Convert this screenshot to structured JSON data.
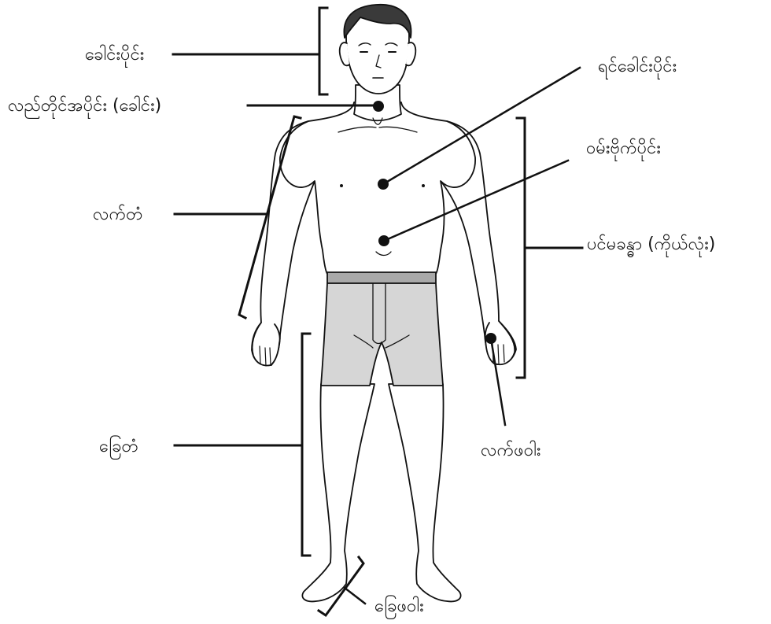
{
  "diagram": {
    "labels": {
      "head": "ခေါင်းပိုင်း",
      "neck": "လည်တိုင်အပိုင်း (ခေါင်း)",
      "arm": "လက်တံ",
      "leg": "ခြေတံ",
      "foot": "ခြေဖဝါး",
      "chest": "ရင်ခေါင်းပိုင်း",
      "abdomen": "ဝမ်းဗိုက်ပိုင်း",
      "body": "ပင်မခန္ဓာ (ကိုယ်လုံး)",
      "hand": "လက်ဖဝါး"
    },
    "colors": {
      "line": "#111111",
      "skin": "#ffffff",
      "hair": "#3a3a3a",
      "shorts": "#d6d6d6",
      "waistband": "#a9a9a9"
    }
  }
}
